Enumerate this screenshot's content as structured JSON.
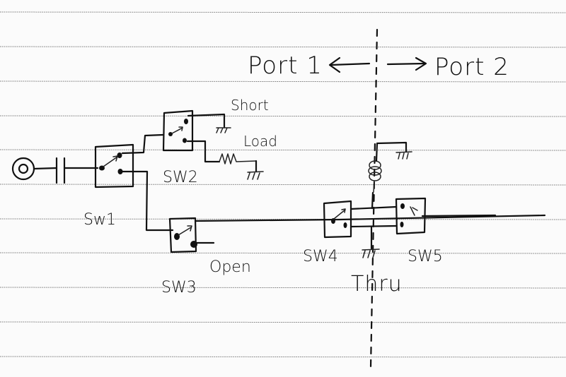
{
  "title": "Hand-drawn switch calibration network schematic",
  "ports": {
    "port1_label": "Port 1",
    "port2_label": "Port 2"
  },
  "switches": [
    {
      "id": "sw1",
      "label": "Sw1"
    },
    {
      "id": "sw2",
      "label": "SW2"
    },
    {
      "id": "sw3",
      "label": "SW3"
    },
    {
      "id": "sw4",
      "label": "SW4"
    },
    {
      "id": "sw5",
      "label": "SW5"
    }
  ],
  "standards": {
    "short_label": "Short",
    "load_label": "Load",
    "open_label": "Open",
    "thru_label": "Thru"
  },
  "components": [
    "connector",
    "dc-block-capacitor",
    "resistor",
    "inductor",
    "ground"
  ],
  "colors": {
    "ink": "#111111",
    "paper": "#fbfbfb",
    "rule": "#777777"
  }
}
